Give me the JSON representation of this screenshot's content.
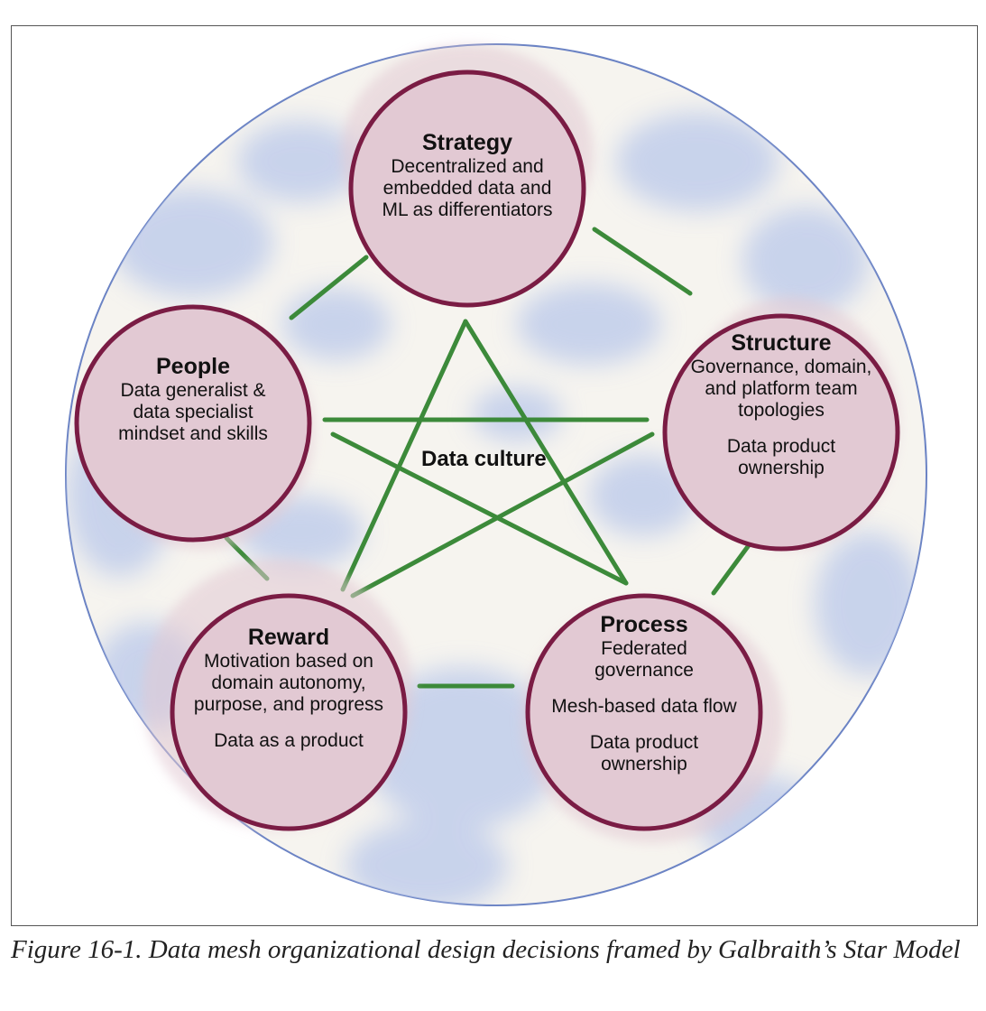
{
  "colors": {
    "outer_circle_fill": "#f6f4ef",
    "outer_circle_stroke": "#6b83c4",
    "cloud_blue": "#b9c8ea",
    "node_fill": "#e2c9d3",
    "node_stroke": "#7a1c44",
    "connector_green": "#3c8a3a"
  },
  "center": {
    "label": "Data culture"
  },
  "nodes": {
    "strategy": {
      "title": "Strategy",
      "lines": [
        "Decentralized and",
        "embedded data and",
        "ML as differentiators"
      ]
    },
    "structure": {
      "title": "Structure",
      "lines": [
        "Governance, domain,",
        "and platform team",
        "topologies"
      ],
      "lines2": [
        "Data product",
        "ownership"
      ]
    },
    "process": {
      "title": "Process",
      "lines": [
        "Federated",
        "governance"
      ],
      "lines2": [
        "Mesh-based data flow"
      ],
      "lines3": [
        "Data product",
        "ownership"
      ]
    },
    "reward": {
      "title": "Reward",
      "lines": [
        "Motivation based on",
        "domain autonomy,",
        "purpose, and progress"
      ],
      "lines2": [
        "Data as a product"
      ]
    },
    "people": {
      "title": "People",
      "lines": [
        "Data generalist &",
        "data specialist",
        "mindset and skills"
      ]
    }
  },
  "caption": "Figure 16-1. Data mesh organizational design decisions framed by Galbraith’s Star Model"
}
